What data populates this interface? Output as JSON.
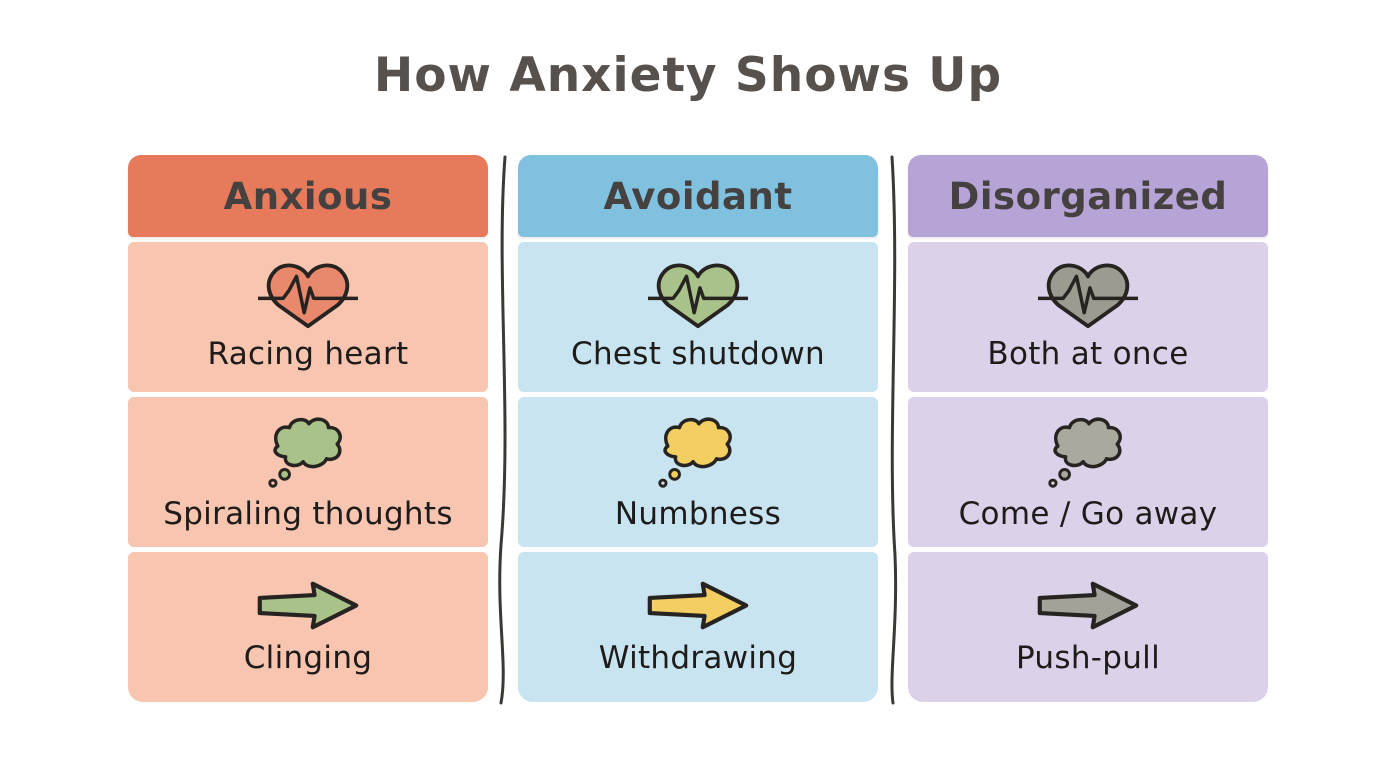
{
  "title": "How Anxiety Shows Up",
  "columns": [
    {
      "header": "Anxious",
      "header_color": "#E87A5C",
      "body_color": "#F7C5B0",
      "rows": [
        {
          "icon": "heartbeat-icon",
          "icon_color": "#E8886C",
          "label": "Racing heart"
        },
        {
          "icon": "thought-cloud-icon",
          "icon_color": "#A8C289",
          "label": "Spiraling thoughts"
        },
        {
          "icon": "arrow-right-icon",
          "icon_color": "#A8C289",
          "label": "Clinging"
        }
      ]
    },
    {
      "header": "Avoidant",
      "header_color": "#7FC1DE",
      "body_color": "#C8E4F1",
      "rows": [
        {
          "icon": "heartbeat-icon",
          "icon_color": "#A8C289",
          "label": "Chest shutdown"
        },
        {
          "icon": "thought-cloud-icon",
          "icon_color": "#F3CE62",
          "label": "Numbness"
        },
        {
          "icon": "arrow-right-icon",
          "icon_color": "#F3CE62",
          "label": "Withdrawing"
        }
      ]
    },
    {
      "header": "Disorganized",
      "header_color": "#B7A4D7",
      "body_color": "#DBD2EA",
      "rows": [
        {
          "icon": "heartbeat-icon",
          "icon_color": "#9B9B8F",
          "label": "Both at once"
        },
        {
          "icon": "thought-cloud-icon",
          "icon_color": "#A9A99E",
          "label": "Come / Go away"
        },
        {
          "icon": "arrow-right-icon",
          "icon_color": "#A2A298",
          "label": "Push-pull"
        }
      ]
    }
  ],
  "colors": {
    "background": "#FFFFFF",
    "title_text": "#56514C",
    "header_text": "#454140",
    "body_text": "#1E1C1A",
    "icon_outline": "#262320",
    "divider_line": "#3B3936"
  }
}
